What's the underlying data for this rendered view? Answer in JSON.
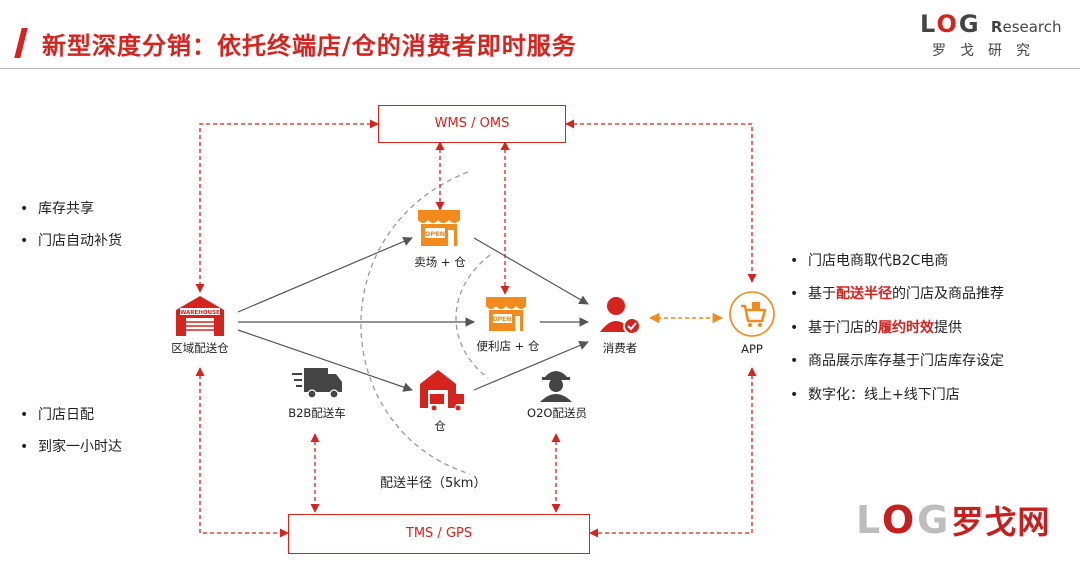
{
  "title": "新型深度分销：依托终端店/仓的消费者即时服务",
  "logo": {
    "l": "L",
    "o": "O",
    "g": "G",
    "brand_r": "R",
    "brand_rest": "esearch",
    "subtitle": "罗戈研究"
  },
  "watermark": {
    "l": "L",
    "o": "O",
    "g": "G",
    "cn": "罗戈网"
  },
  "left_top_bullets": [
    "库存共享",
    "门店自动补货"
  ],
  "left_bottom_bullets": [
    "门店日配",
    "到家一小时达"
  ],
  "right_bullets": [
    {
      "pre": "门店电商取代B2C电商",
      "hl": "",
      "post": ""
    },
    {
      "pre": "基于",
      "hl": "配送半径",
      "post": "的门店及商品推荐"
    },
    {
      "pre": "基于门店的",
      "hl": "履约时效",
      "post": "提供"
    },
    {
      "pre": "商品展示库存基于门店库存设定",
      "hl": "",
      "post": ""
    },
    {
      "pre": "数字化：线上+线下门店",
      "hl": "",
      "post": ""
    }
  ],
  "nodes": {
    "wms": "WMS / OMS",
    "tms": "TMS / GPS",
    "warehouse": "区域配送仓",
    "warehouse_sign": "WAREHOUSE",
    "store_sign": "OPEN",
    "store_large": "卖场 + 仓",
    "store_small": "便利店 + 仓",
    "depot": "仓",
    "consumer": "消费者",
    "app": "APP",
    "truck": "B2B配送车",
    "courier": "O2O配送员",
    "radius": "配送半径（5km）"
  },
  "colors": {
    "accent": "#d7231e",
    "orange": "#f28a1c",
    "arrow": "#555555"
  }
}
